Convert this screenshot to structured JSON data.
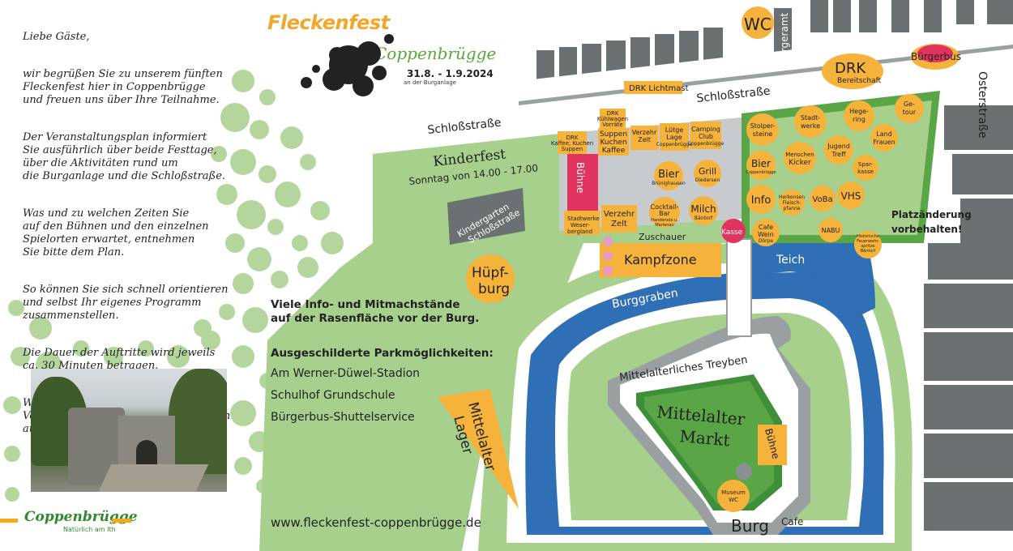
{
  "intro": {
    "paragraphs": [
      "Liebe Gäste,",
      "wir begrüßen Sie zu unserem fünften\nFleckenfest hier in Coppenbrügge\nund freuen uns über Ihre Teilnahme.",
      "Der Veranstaltungsplan informiert\nSie ausführlich über beide Festtage,\nüber die Aktivitäten rund um\ndie Burganlage und die Schloßstraße.",
      "Was und zu welchen Zeiten Sie\nauf den Bühnen und den einzelnen\nSpielorten erwartet, entnehmen\nSie bitte dem Plan.",
      "So können Sie sich schnell orientieren\nund selbst Ihr eigenes Programm\nzusammenstellen.",
      "Die Dauer der Auftritte wird jeweils\nca. 30 Minuten betragen.",
      "Weitere Angaben über die einzelnen\nVorstellungen finden Sie im Programm\nauf der Rückseite unseres Faltblattes."
    ]
  },
  "logo": {
    "name": "Coppenbrügge",
    "tagline": "Natürlich am Ith"
  },
  "header": {
    "title": "Fleckenfest",
    "subtitle": "Coppenbrügge",
    "dates": "31.8. - 1.9.2024",
    "location": "an der Burganlage"
  },
  "info": {
    "stands": "Viele Info- und Mitmachstände\nauf der Rasenfläche vor der Burg.",
    "parking_heading": "Ausgeschilderte Parkmöglichkeiten:",
    "parking": [
      "Am Werner-Düwel-Stadion",
      "Schulhof Grundschule",
      "Bürgerbus-Shuttelservice"
    ],
    "url": "www.fleckenfest-coppenbrügge.de"
  },
  "note": "Platzänderung\nvorbehalten!",
  "map": {
    "streets": {
      "schloss_left": "Schloßstraße",
      "schloss_right": "Schloßstraße",
      "osterstrasse": "Osterstraße",
      "buergeramt": "Bürgeramt"
    },
    "areas": {
      "kinderfest": "Kinderfest",
      "kinderfest_time": "Sonntag von 14.00 - 17.00",
      "kindergarten": "Kindergarten\nSchloßstraße",
      "huepfburg": "Hüpf-\nburg",
      "mittelalter_lager": "Mittelalter\nLager",
      "burggraben": "Burggraben",
      "teich": "Teich",
      "treyben": "Mittelalterliches Treyben",
      "markt": "Mittelalter\nMarkt",
      "burg": "Burg",
      "cafe": "Cafe",
      "buehne_burg": "Bühne",
      "buehne": "Bühne",
      "zuschauer": "Zuschauer",
      "kampfzone": "Kampfzone",
      "kasse": "Kasse",
      "wc": "WC",
      "drk": "DRK",
      "drk_sub": "Bereitschaft",
      "buergerbus": "Bürgerbus",
      "drk_lichtmast": "DRK Lichtmast",
      "stadtwerke": "Stadtwerke\nWeser-\nbergland"
    },
    "stalls_left": [
      {
        "label": "DRK\nKaffee, Kuchen\nSuppen"
      },
      {
        "label": "DRK\nKühlwagen\nVorräte"
      },
      {
        "label": "Suppen\nKuchen\nKaffee"
      },
      {
        "label": "Verzehr\nZelt"
      },
      {
        "label": "Lütge\nLage\nCoppenbrügge"
      },
      {
        "label": "Camping\nClub\nCoppenbrügge"
      },
      {
        "label": "Bier\nBrünighausen"
      },
      {
        "label": "Grill\nDiedersen"
      },
      {
        "label": "Verzehr\nZelt"
      },
      {
        "label": "Cocktail-\nBar\nHanderode u.\nMarienau"
      },
      {
        "label": "Milch\nBäntorf"
      }
    ],
    "stalls_right": [
      {
        "label": "Stolper-\nsteine"
      },
      {
        "label": "Stadt-\nwerke"
      },
      {
        "label": "Hege-\nring"
      },
      {
        "label": "Ge-\ntour"
      },
      {
        "label": "Land\nFrauen"
      },
      {
        "label": "Menschen\nKicker"
      },
      {
        "label": "Jugend\nTreff"
      },
      {
        "label": "Bier\nCoppenbrügge"
      },
      {
        "label": "Spar-\nkasse"
      },
      {
        "label": "Info"
      },
      {
        "label": "Herkensen\nFleisch-\npfanne"
      },
      {
        "label": "VoBa"
      },
      {
        "label": "VHS"
      },
      {
        "label": "Cafe\nWein\nDörpe"
      },
      {
        "label": "NABU"
      },
      {
        "label": "Historische\nFeuerwehr-\nspritze\nBäntorf"
      },
      {
        "label": "Museum\nWC"
      }
    ]
  },
  "colors": {
    "green": "#a8d08d",
    "dark_green": "#5aa646",
    "orange": "#f6b33c",
    "blue": "#2f6fb5",
    "grey": "#6b7173",
    "red": "#e0335e"
  }
}
